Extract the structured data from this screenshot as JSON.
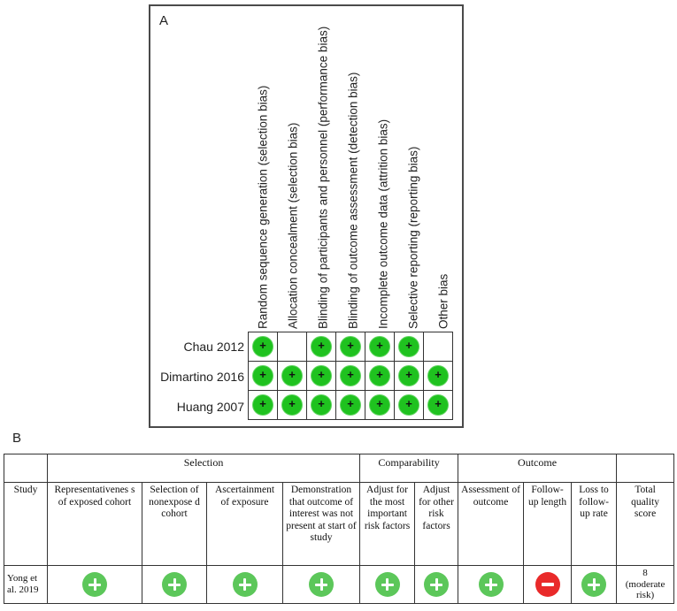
{
  "panel_a": {
    "label": "A",
    "columns": [
      "Random sequence generation (selection bias)",
      "Allocation concealment (selection bias)",
      "Blinding of participants and personnel (performance bias)",
      "Blinding of outcome assessment (detection bias)",
      "Incomplete outcome data (attrition bias)",
      "Selective reporting (reporting bias)",
      "Other bias"
    ],
    "studies": [
      {
        "name": "Chau 2012",
        "ratings": [
          "+",
          "",
          "+",
          "+",
          "+",
          "+",
          ""
        ]
      },
      {
        "name": "Dimartino 2016",
        "ratings": [
          "+",
          "+",
          "+",
          "+",
          "+",
          "+",
          "+"
        ]
      },
      {
        "name": "Huang 2007",
        "ratings": [
          "+",
          "+",
          "+",
          "+",
          "+",
          "+",
          "+"
        ]
      }
    ],
    "low_risk_color": "#1fc21f"
  },
  "panel_b": {
    "label": "B",
    "groups": [
      "Selection",
      "Comparability",
      "Outcome"
    ],
    "headers": {
      "study": "Study",
      "representativeness": "Representativenes s of exposed cohort",
      "selection_nonexposed": "Selection of nonexpose d cohort",
      "ascertainment": "Ascertainment of exposure",
      "demonstration": "Demonstration that outcome of interest was not present at start of study",
      "adjust_most": "Adjust for the most important risk factors",
      "adjust_other": "Adjust for other risk factors",
      "assessment": "Assessment of outcome",
      "followup_length": "Follow-up length",
      "loss_followup": "Loss to follow-up rate",
      "total": "Total quality score"
    },
    "rows": [
      {
        "study": "Yong et al. 2019",
        "ratings": [
          "+",
          "+",
          "+",
          "+",
          "+",
          "+",
          "+",
          "-",
          "+"
        ],
        "score_value": "8",
        "score_note": "(moderate risk)"
      }
    ],
    "plus_color": "#5cc75a",
    "minus_color": "#e92a2a"
  }
}
